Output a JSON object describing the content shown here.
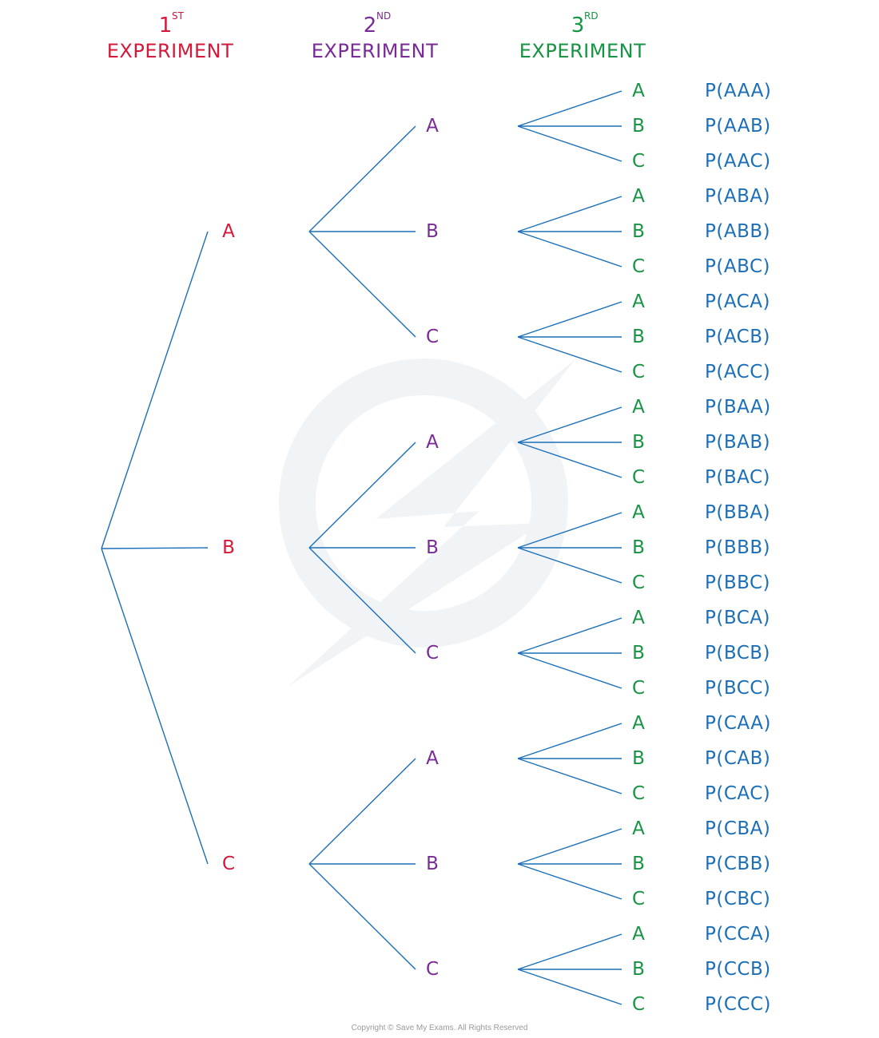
{
  "colors": {
    "line": "#1b6fb8",
    "level1": "#d4193b",
    "level2": "#7a2a96",
    "level3": "#169443",
    "prob": "#1b6fb8",
    "watermark": "#e6ecf1"
  },
  "headers": [
    {
      "num": "1",
      "sup": "ST",
      "word": "EXPERIMENT"
    },
    {
      "num": "2",
      "sup": "ND",
      "word": "EXPERIMENT"
    },
    {
      "num": "3",
      "sup": "RD",
      "word": "EXPERIMENT"
    }
  ],
  "outcomes": [
    "A",
    "B",
    "C"
  ],
  "probabilities": [
    "P(AAA)",
    "P(AAB)",
    "P(AAC)",
    "P(ABA)",
    "P(ABB)",
    "P(ABC)",
    "P(ACA)",
    "P(ACB)",
    "P(ACC)",
    "P(BAA)",
    "P(BAB)",
    "P(BAC)",
    "P(BBA)",
    "P(BBB)",
    "P(BBC)",
    "P(BCA)",
    "P(BCB)",
    "P(BCC)",
    "P(CAA)",
    "P(CAB)",
    "P(CAC)",
    "P(CBA)",
    "P(CBB)",
    "P(CBC)",
    "P(CCA)",
    "P(CCB)",
    "P(CCC)"
  ],
  "copyright": "Copyright © Save My Exams. All Rights Reserved"
}
